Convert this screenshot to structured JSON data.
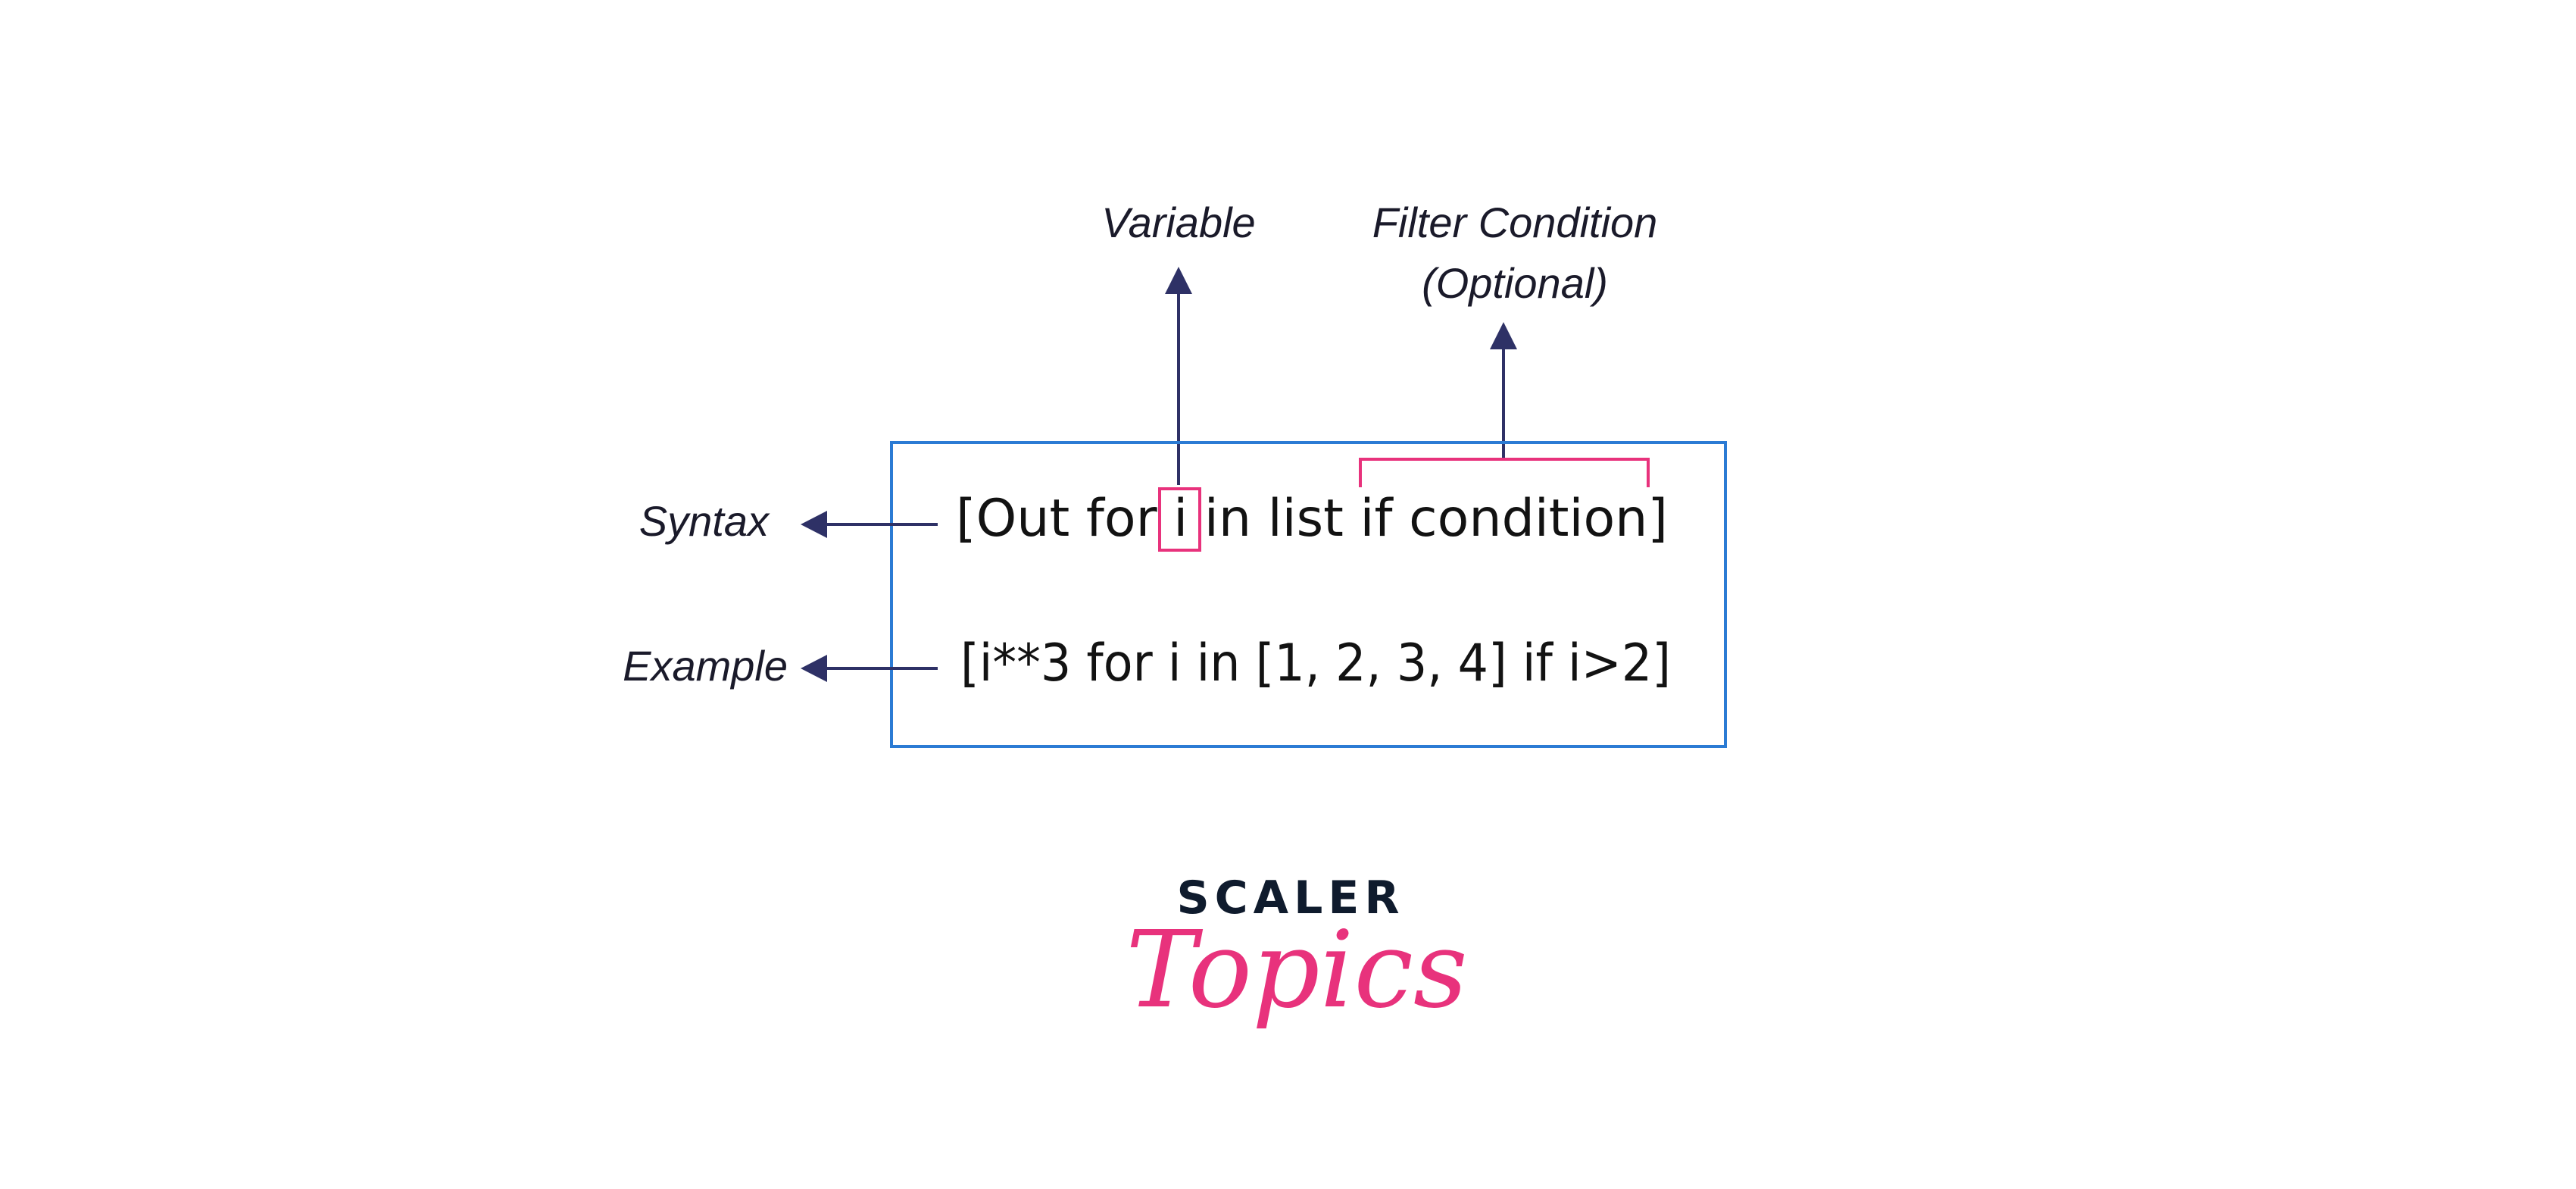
{
  "labels": {
    "variable": "Variable",
    "filter_line1": "Filter Condition",
    "filter_line2": "(Optional)",
    "syntax": "Syntax",
    "example": "Example"
  },
  "code": {
    "syntax_parts": {
      "before_var": "[Out for ",
      "var": "i",
      "after_var": " in list ",
      "filter": "if condition",
      "close": "]"
    },
    "example": "[i**3 for i in [1, 2, 3, 4] if i>2]"
  },
  "brand": {
    "top": "SCALER",
    "bottom": "Topics"
  },
  "colors": {
    "box_border": "#2b7bd4",
    "arrow": "#2e3166",
    "highlight": "#e8327c",
    "text": "#121212"
  }
}
